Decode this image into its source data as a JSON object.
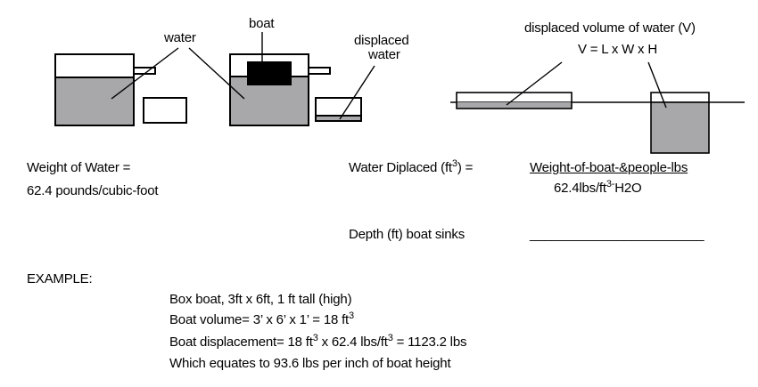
{
  "colors": {
    "water_fill": "#a8a8aa",
    "stroke": "#000000",
    "boat": "#000000"
  },
  "diagram": {
    "label_water": "water",
    "label_boat": "boat",
    "label_displaced_1": "displaced",
    "label_displaced_2": "water",
    "label_volume_title": "displaced volume of water (V)",
    "label_volume_formula": "V = L x W x H"
  },
  "text": {
    "weight_line1": "Weight of Water =",
    "weight_line2": "62.4 pounds/cubic-foot",
    "water_displaced_label": "Water Diplaced (ft",
    "water_displaced_sup": "3",
    "water_displaced_suffix": ") =",
    "numerator": "Weight-of-boat-&people-lbs",
    "denominator_pre": "62.4lbs/ft",
    "denominator_sup": "3-",
    "denominator_post": "H2O",
    "depth_label": "Depth (ft) boat sinks",
    "depth_blank": "________________________",
    "example_label": "EXAMPLE:",
    "ex_line1": "Box boat, 3ft x 6ft, 1 ft tall (high)",
    "ex_line2_pre": "Boat volume= 3’ x 6’ x 1’ = 18 ft",
    "ex_line2_sup": "3",
    "ex_line3_a": "Boat displacement= 18 ft",
    "ex_line3_sup1": "3",
    "ex_line3_b": " x 62.4 lbs/ft",
    "ex_line3_sup2": "3",
    "ex_line3_c": " = 1123.2 lbs",
    "ex_line4": "Which equates to 93.6 lbs per inch of boat height"
  }
}
